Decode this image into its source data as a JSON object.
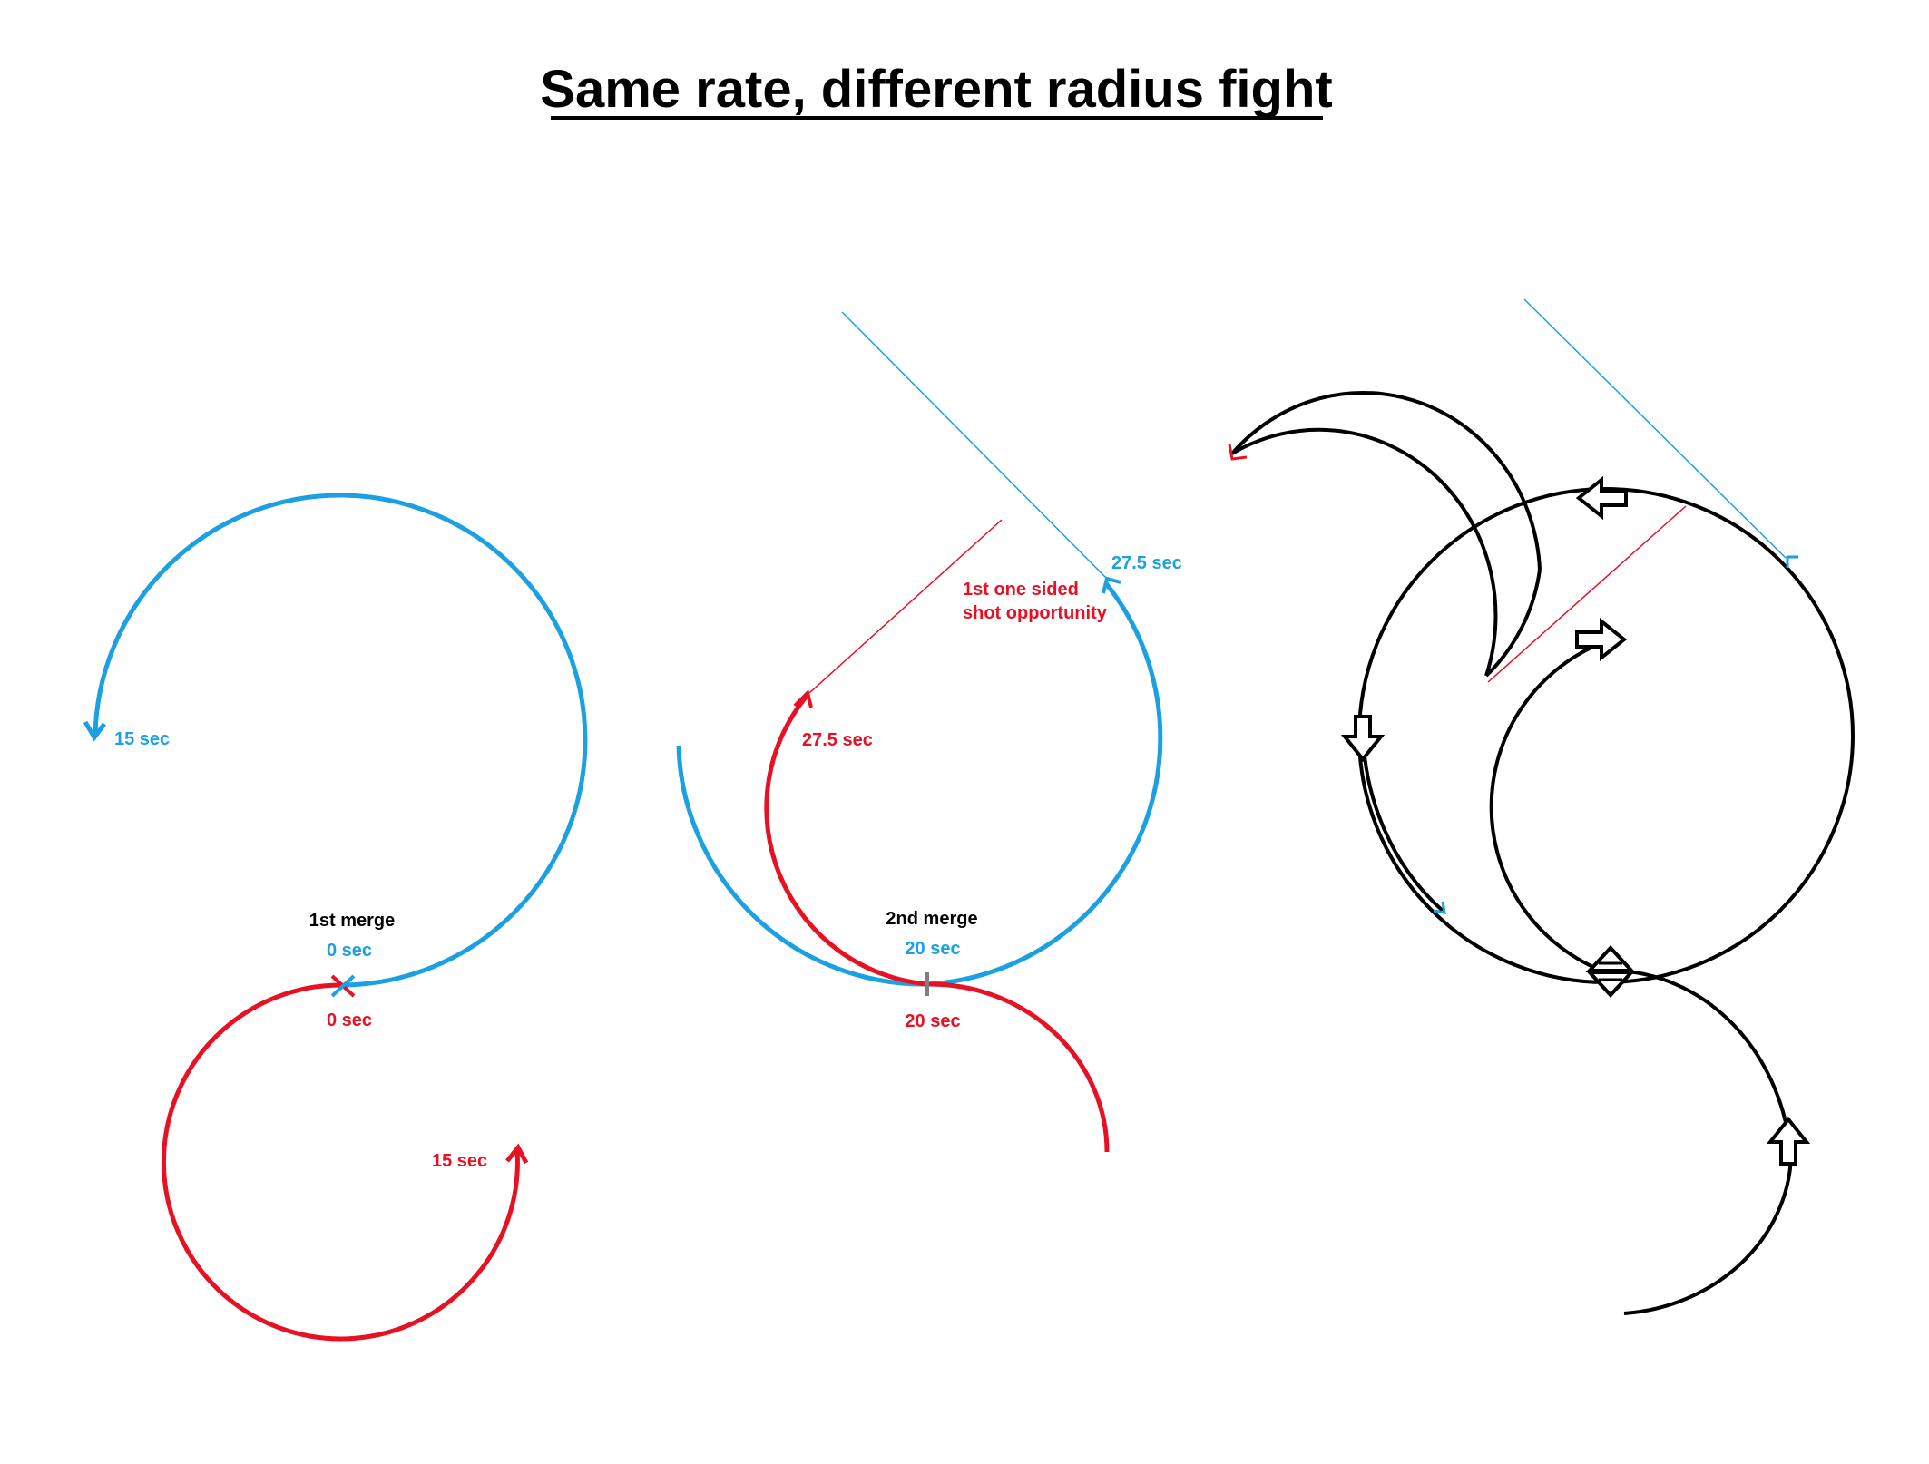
{
  "title": "Same rate, different radius fight",
  "colors": {
    "blue": "#1ba1e2",
    "red": "#e81123",
    "black": "#000000",
    "grey": "#7f7f7f"
  },
  "panel1": {
    "merge_label": "1st merge",
    "blue_start": "0 sec",
    "red_start": "0 sec",
    "blue_end": "15 sec",
    "red_end": "15 sec"
  },
  "panel2": {
    "merge_label": "2nd merge",
    "blue_merge": "20 sec",
    "red_merge": "20 sec",
    "blue_end": "27.5 sec",
    "red_end": "27.5 sec",
    "shot_line1": "1st one sided",
    "shot_line2": "shot opportunity"
  }
}
